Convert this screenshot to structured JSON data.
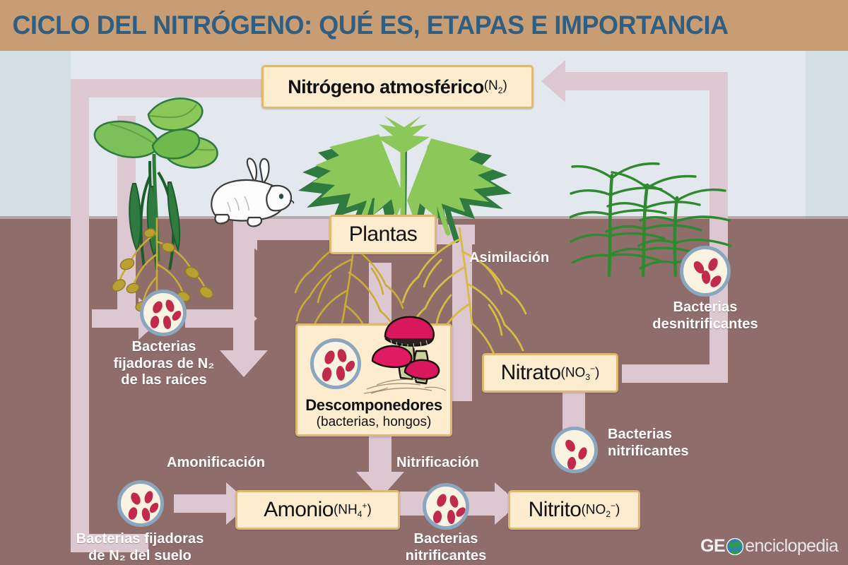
{
  "header": {
    "title": "CICLO DEL NITRÓGENO: QUÉ ES, ETAPAS E IMPORTANCIA",
    "title_color": "#2e5f82",
    "bg_color": "#c89d74"
  },
  "palette": {
    "sky_outer": "#d5e0e6",
    "sky_inner": "#e3e8ee",
    "soil": "#8f6d6a",
    "arrow": "#ddc8d1",
    "box_fill": "#fdeccd",
    "box_border": "#e0b870",
    "bacteria_ring": "#8ba6bf",
    "bacteria_fill": "#fbf3e2",
    "bacteria_rod": "#c22a4d",
    "root_gold": "#c9ab35",
    "leaf_light": "#8cc75a",
    "leaf_dark": "#2f7a3e",
    "mushroom": "#d9175c",
    "label_text": "#ffffff"
  },
  "boxes": {
    "atmospheric": {
      "name": "Nitrógeno atmosférico",
      "formula_pre": "(N",
      "formula_sub": "2",
      "formula_post": ")"
    },
    "plants": {
      "name": "Plantas"
    },
    "nitrate": {
      "name": "Nitrato",
      "formula_pre": "(NO",
      "formula_sub": "3",
      "formula_sup": "−",
      "formula_post": ")"
    },
    "nitrite": {
      "name": "Nitrito",
      "formula_pre": "(NO",
      "formula_sub": "2",
      "formula_sup": "−",
      "formula_post": ")"
    },
    "ammonium": {
      "name": "Amonio",
      "formula_pre": "(NH",
      "formula_sub": "4",
      "formula_sup": "+",
      "formula_post": ")"
    }
  },
  "decomposers": {
    "title": "Descomponedores",
    "subtitle": "(bacterias, hongos)"
  },
  "labels": {
    "root_bacteria": [
      "Bacterias",
      "fijadoras de N₂",
      "de las raíces"
    ],
    "soil_bacteria": [
      "Bacterias fijadoras",
      "de N₂ del suelo"
    ],
    "nitrifying_bottom": [
      "Bacterias",
      "nitrificantes"
    ],
    "nitrifying_right": [
      "Bacterias",
      "nitrificantes"
    ],
    "denitrifying": [
      "Bacterias",
      "desnitrificantes"
    ],
    "assimilation": "Asimilación",
    "ammonification": "Amonificación",
    "nitrification": "Nitrificación"
  },
  "logo": {
    "primary": "GE",
    "secondary": "enciclopedia",
    "globe_icon": "globe-icon"
  }
}
